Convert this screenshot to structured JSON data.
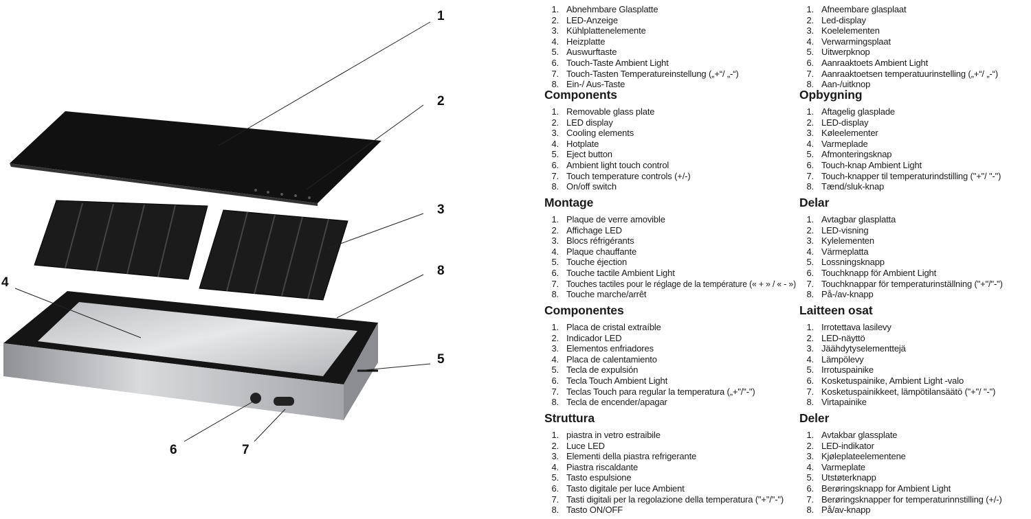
{
  "illustration": {
    "callouts": [
      "1",
      "2",
      "3",
      "8",
      "4",
      "5",
      "6",
      "7"
    ],
    "colors": {
      "glass": "#111111",
      "frame": "#151515",
      "steel": "#c9cacc",
      "plate": "#d7d8da"
    }
  },
  "columns": [
    {
      "sections": [
        {
          "heading": null,
          "items": [
            "Abnehmbare Glasplatte",
            "LED-Anzeige",
            "Kühlplattenelemente",
            "Heizplatte",
            "Auswurftaste",
            "Touch-Taste Ambient Light",
            "Touch-Tasten Temperatureinstellung („+“/ „-“)",
            "Ein-/ Aus-Taste"
          ]
        },
        {
          "heading": "Components",
          "items": [
            "Removable glass plate",
            "LED display",
            "Cooling elements",
            "Hotplate",
            "Eject button",
            "Ambient light touch control",
            "Touch temperature controls (+/-)",
            "On/off switch"
          ]
        },
        {
          "heading": "Montage",
          "items": [
            "Plaque de verre amovible",
            "Affichage LED",
            "Blocs réfrigérants",
            "Plaque chauffante",
            "Touche éjection",
            "Touche tactile Ambient Light",
            "Touches tactiles pour le réglage de la température (« + » / « - »)",
            "Touche marche/arrêt"
          ]
        },
        {
          "heading": "Componentes",
          "items": [
            "Placa de cristal extraíble",
            "Indicador LED",
            "Elementos enfriadores",
            "Placa de calentamiento",
            "Tecla de expulsión",
            "Tecla Touch Ambient Light",
            "Teclas Touch para regular la temperatura („+\"/\"-\")",
            "Tecla de encender/apagar"
          ]
        },
        {
          "heading": "Struttura",
          "items": [
            "piastra in vetro estraibile",
            "Luce LED",
            "Elementi della piastra refrigerante",
            "Piastra riscaldante",
            "Tasto espulsione",
            "Tasto digitale per luce Ambient",
            "Tasti digitali per la regolazione della temperatura (\"+\"/\"-\")",
            "Tasto ON/OFF"
          ]
        }
      ]
    },
    {
      "sections": [
        {
          "heading": null,
          "items": [
            "Afneembare glasplaat",
            "Led-display",
            "Koelelementen",
            "Verwarmingsplaat",
            "Uitwerpknop",
            "Aanraaktoets Ambient Light",
            "Aanraaktoetsen temperatuurinstelling („+“/ „-“)",
            "Aan-/uitknop"
          ]
        },
        {
          "heading": "Opbygning",
          "items": [
            "Aftagelig glasplade",
            "LED-display",
            "Køleelementer",
            "Varmeplade",
            "Afmonteringsknap",
            "Touch-knap Ambient Light",
            "Touch-knapper til temperaturindstilling (\"+\"/ \"-\")",
            "Tænd/sluk-knap"
          ]
        },
        {
          "heading": "Delar",
          "items": [
            "Avtagbar glasplatta",
            "LED-visning",
            "Kylelementen",
            "Värmeplatta",
            "Lossningsknapp",
            "Touchknapp för Ambient Light",
            "Touchknappar för temperaturinställning (\"+\"/\"-\")",
            "På-/av-knapp"
          ]
        },
        {
          "heading": "Laitteen osat",
          "items": [
            "Irrotettava lasilevy",
            "LED-näyttö",
            "Jäähdytyselementtejä",
            "Lämpölevy",
            "Irrotuspainike",
            "Kosketuspainike, Ambient Light -valo",
            "Kosketuspainikkeet, lämpötilansäätö (\"+\"/ \"-\")",
            "Virtapainike"
          ]
        },
        {
          "heading": "Deler",
          "items": [
            "Avtakbar glassplate",
            "LED-indikator",
            "Kjøleplateelementene",
            "Varmeplate",
            "Utstøterknapp",
            "Berøringsknapp for Ambient Light",
            "Berøringsknapper for temperaturinnstilling (+/-)",
            "På/av-knapp"
          ]
        }
      ]
    }
  ]
}
